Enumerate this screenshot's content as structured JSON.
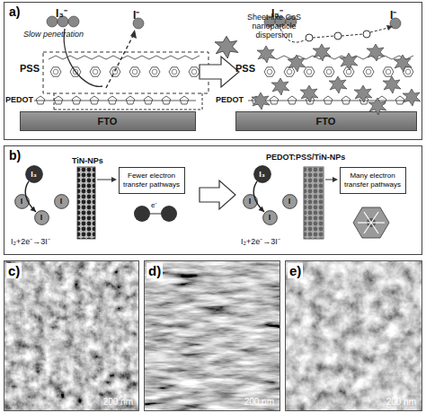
{
  "diagram": {
    "nodes": [
      {
        "text": [
          "a)"
        ]
      },
      {
        "text": [
          "FTO"
        ],
        "in": 0
      },
      {
        "text": [
          "FTO"
        ],
        "in": 0
      },
      {
        "text": [
          "b)"
        ]
      },
      {
        "text": [
          "I₃"
        ],
        "in": 3
      },
      {
        "text": [
          "I"
        ],
        "in": 3
      },
      {
        "text": [
          "I"
        ],
        "in": 3
      },
      {
        "text": [
          "I"
        ],
        "in": 3
      },
      {
        "text": [
          "Fewer electron transfer pathways"
        ],
        "in": 3
      },
      {
        "text": [
          "I₃"
        ],
        "in": 3
      },
      {
        "text": [
          "I"
        ],
        "in": 3
      },
      {
        "text": [
          "I"
        ],
        "in": 3
      },
      {
        "text": [
          "I"
        ],
        "in": 3
      },
      {
        "text": [
          "Many electron transfer pathways"
        ],
        "in": 3
      },
      {
        "text": [
          "c)",
          "200 nm"
        ]
      },
      {
        "text": [
          "d)",
          "200 nm"
        ]
      },
      {
        "text": [
          "e)",
          "200 nm"
        ]
      }
    ],
    "edges": [
      {
        "from": 4,
        "to": 6,
        "arrow": "to"
      },
      {
        "from": 9,
        "to": 11,
        "arrow": "to"
      }
    ],
    "labels": [
      "I₃⁻",
      "I⁻",
      "Slow penetration",
      "PSS",
      "PEDOT",
      "Sheet-like CoS nanoparticle dispersion",
      "I₃⁻",
      "I⁻",
      "PSS",
      "PEDOT",
      "TiN-NPs",
      "I₂+2e⁻→3I⁻",
      "e⁻",
      "PEDOT:PSS/TiN-NPs",
      "I₂+2e⁻→3I⁻"
    ]
  }
}
